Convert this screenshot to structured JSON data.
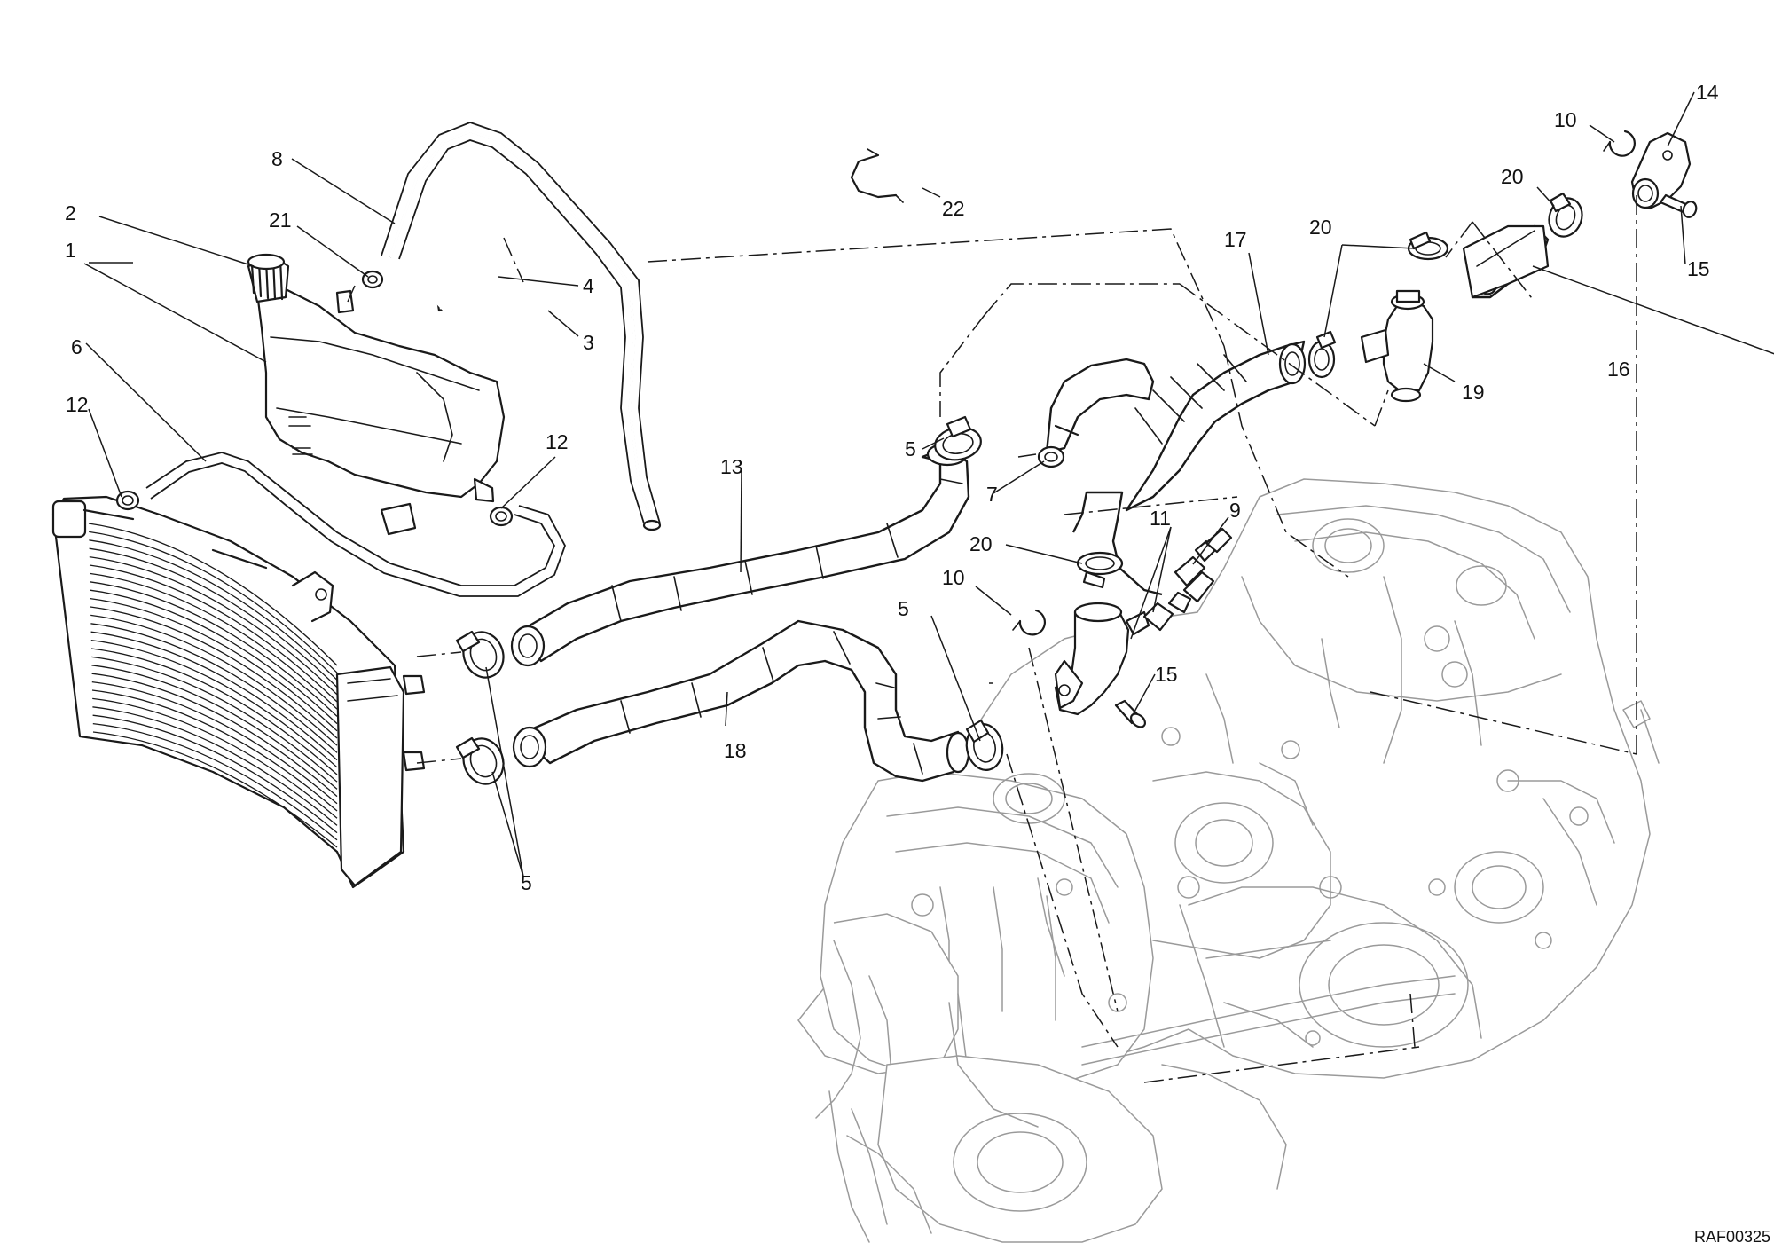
{
  "drawing": {
    "reference_code": "RAF00325",
    "callouts": [
      "1",
      "2",
      "3",
      "4",
      "5",
      "6",
      "7",
      "8",
      "9",
      "10",
      "11",
      "12",
      "13",
      "14",
      "15",
      "16",
      "17",
      "18",
      "19",
      "20",
      "21",
      "22"
    ],
    "line_color": "#1a1a1a",
    "background_color": "#ffffff"
  }
}
